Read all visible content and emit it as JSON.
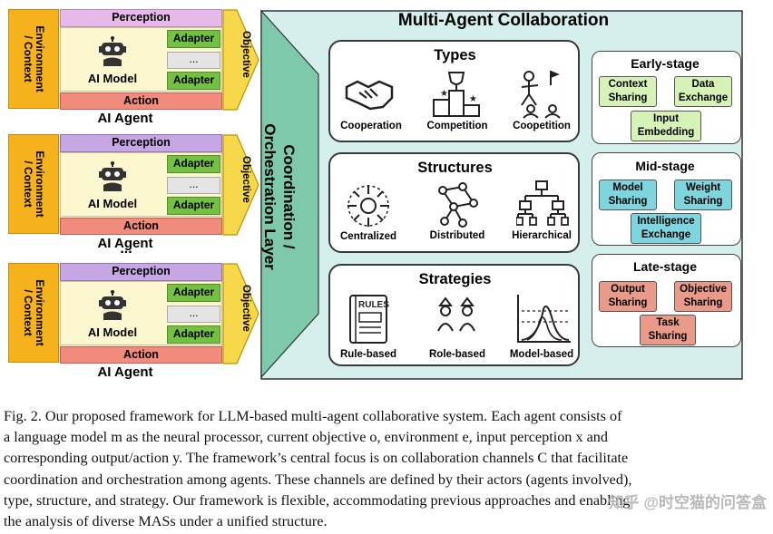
{
  "agents": [
    {
      "label": "AI Agent",
      "environment": "Environment\n/ Context",
      "perception": "Perception",
      "action": "Action",
      "model": "AI Model",
      "adapters": [
        "Adapter",
        "...",
        "Adapter"
      ],
      "objective": "Objective"
    },
    {
      "label": "AI Agent",
      "environment": "Environment\n/ Context",
      "perception": "Perception",
      "action": "Action",
      "model": "AI Model",
      "adapters": [
        "Adapter",
        "...",
        "Adapter"
      ],
      "objective": "Objective"
    },
    {
      "label": "AI Agent",
      "environment": "Environment\n/ Context",
      "perception": "Perception",
      "action": "Action",
      "model": "AI Model",
      "adapters": [
        "Adapter",
        "...",
        "Adapter"
      ],
      "objective": "Objective"
    }
  ],
  "agent_ellipsis": "...",
  "layer_label": "Coordination /\nOrchestration Layer",
  "main_title": "Multi-Agent Collaboration",
  "panels": {
    "types": {
      "title": "Types",
      "items": [
        "Cooperation",
        "Competition",
        "Coopetition"
      ]
    },
    "structures": {
      "title": "Structures",
      "items": [
        "Centralized",
        "Distributed",
        "Hierarchical"
      ]
    },
    "strategies": {
      "title": "Strategies",
      "items": [
        "Rule-based",
        "Role-based",
        "Model-based"
      ],
      "rules_text": "RULES"
    }
  },
  "stages": {
    "early": {
      "title": "Early-stage",
      "chips": [
        "Context\nSharing",
        "Data\nExchange",
        "Input\nEmbedding"
      ]
    },
    "mid": {
      "title": "Mid-stage",
      "chips": [
        "Model\nSharing",
        "Weight\nSharing",
        "Intelligence\nExchange"
      ]
    },
    "late": {
      "title": "Late-stage",
      "chips": [
        "Output\nSharing",
        "Objective\nSharing",
        "Task\nSharing"
      ]
    }
  },
  "caption": {
    "lines": [
      "Fig. 2.  Our proposed framework for LLM-based multi-agent collaborative system. Each agent consists of",
      "a language model m as the neural processor, current objective o, environment e, input perception x and",
      "corresponding output/action y. The framework’s central focus is on collaboration channels C that facilitate",
      "coordination and orchestration among agents. These channels are defined by their actors (agents involved),",
      "type, structure, and strategy. Our framework is flexible, accommodating previous approaches and enabling",
      "the analysis of diverse MASs under a unified structure."
    ]
  },
  "watermark": "知乎 @时空猫的问答盒",
  "colors": {
    "environment": "#f5b21c",
    "perception": "#e6b9e8",
    "action": "#f08b7d",
    "adapter": "#74c043",
    "layer": "#d5f0ec",
    "early": "#d7f2b6",
    "mid": "#7fd5de",
    "late": "#e99a88"
  }
}
